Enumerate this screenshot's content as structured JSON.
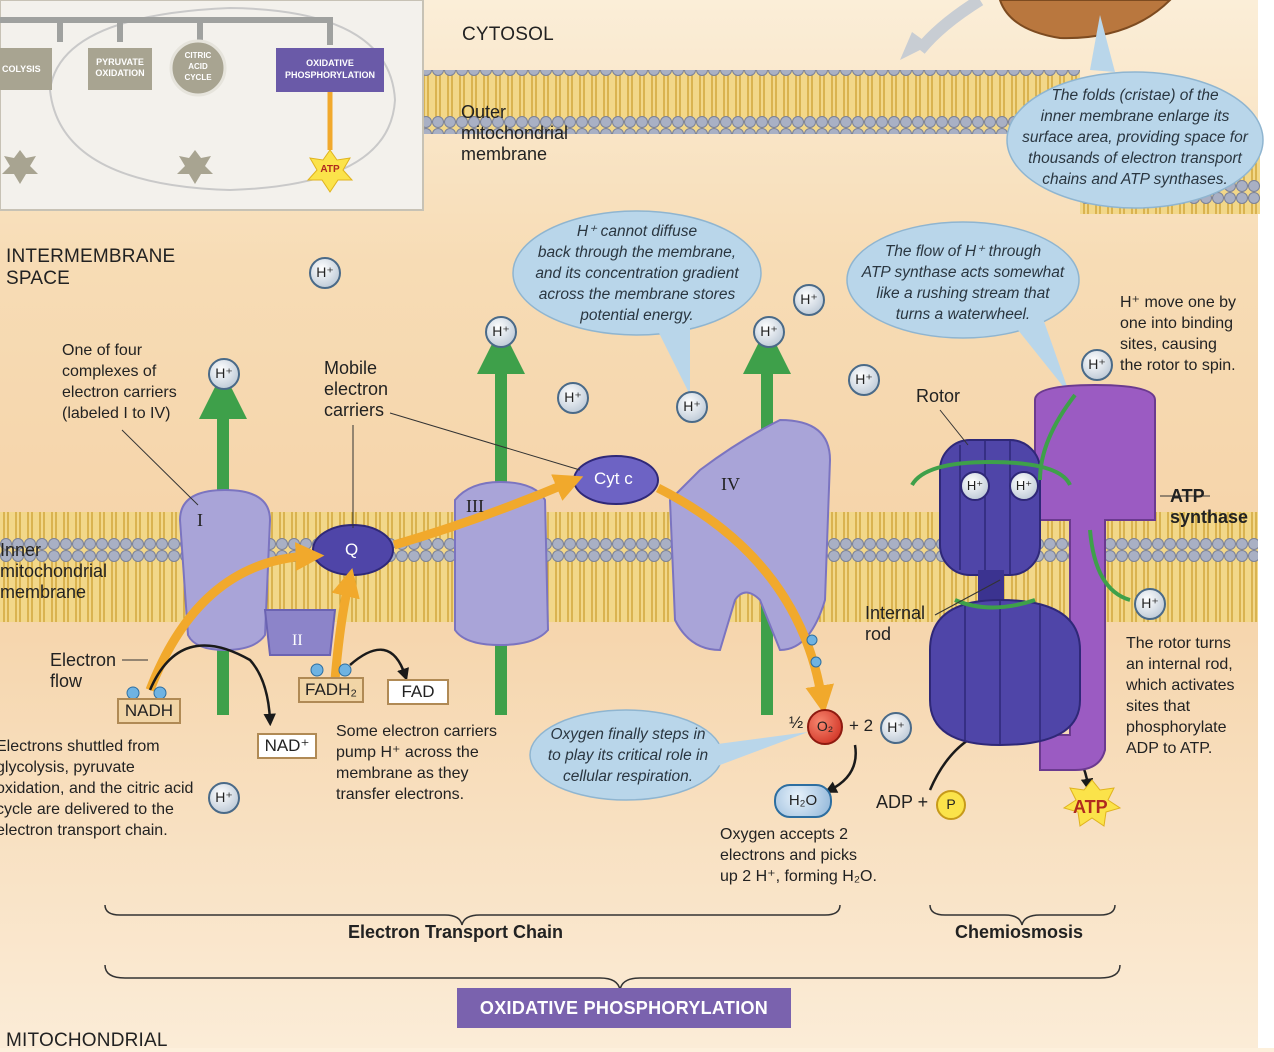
{
  "labels": {
    "cytosol": "CYTOSOL",
    "outer_membrane": [
      "Outer",
      "mitochondrial",
      "membrane"
    ],
    "intermembrane": [
      "INTERMEMBRANE",
      "SPACE"
    ],
    "inner_membrane": [
      "Inner",
      "mitochondrial",
      "membrane"
    ],
    "matrix": "MITOCHONDRIAL",
    "complex_label": [
      "One of  four",
      "complexes of",
      "electron carriers",
      "(labeled I to IV)"
    ],
    "mobile_carriers": [
      "Mobile",
      "electron",
      "carriers"
    ],
    "rotor": "Rotor",
    "internal_rod": [
      "Internal",
      "rod"
    ],
    "atp_synthase": [
      "ATP",
      "synthase"
    ],
    "electron_flow": [
      "Electron",
      "flow"
    ],
    "h_spin": [
      "H⁺ move one by",
      "one into binding",
      "sites, causing",
      "the rotor to spin."
    ],
    "rotor_turns": [
      "The rotor turns",
      "an internal rod,",
      "which activates",
      "sites that",
      "phosphorylate",
      "ADP to ATP."
    ],
    "shuttled": [
      "Electrons shuttled from",
      "glycolysis, pyruvate",
      "oxidation, and the citric acid",
      "cycle are delivered to the",
      "electron transport chain."
    ],
    "pump_text": [
      "Some electron carriers",
      "pump H⁺ across the",
      "membrane as they",
      "transfer electrons."
    ],
    "oxygen_accepts": [
      "Oxygen accepts 2",
      "electrons and picks",
      "up 2 H⁺, forming H₂O."
    ]
  },
  "bubbles": {
    "cristae": [
      "The folds (cristae) of the",
      "inner membrane enlarge its",
      "surface area, providing space for",
      "thousands of electron transport",
      "chains and ATP synthases."
    ],
    "diffuse": [
      "H⁺ cannot diffuse",
      "back through the membrane,",
      "and its concentration gradient",
      "across the membrane stores",
      "potential energy."
    ],
    "flow": [
      "The flow of H⁺ through",
      "ATP synthase acts somewhat",
      "like a rushing stream that",
      "turns a waterwheel."
    ],
    "oxygen": [
      "Oxygen finally steps in",
      "to play its critical role in",
      "cellular respiration."
    ]
  },
  "complexes": {
    "I": "I",
    "II": "II",
    "III": "III",
    "IV": "IV",
    "Q": "Q",
    "cytc": "Cyt c"
  },
  "molecules": {
    "nadh": "NADH",
    "nad": "NAD⁺",
    "fadh2": "FADH₂",
    "fad": "FAD",
    "h": "H⁺",
    "half": "½",
    "o2": "O₂",
    "plus2": "+ 2",
    "h2o": "H₂O",
    "adp_plus": "ADP +",
    "p": "P",
    "atp": "ATP"
  },
  "brackets": {
    "etc": "Electron Transport Chain",
    "chemi": "Chemiosmosis",
    "oxphos": "OXIDATIVE PHOSPHORYLATION"
  },
  "inset": {
    "glycolysis": "COLYSIS",
    "pyruvate": [
      "PYRUVATE",
      "OXIDATION"
    ],
    "citric": [
      "CITRIC",
      "ACID",
      "CYCLE"
    ],
    "oxphos": [
      "OXIDATIVE",
      "PHOSPHORYLATION"
    ],
    "atp": "ATP"
  },
  "colors": {
    "background": "#fdf0dc",
    "membrane_head": "#a9b0c4",
    "membrane_tail": "#e5c45a",
    "complex": "#a9a4d8",
    "protein_dark": "#4f45a8",
    "atp_synthase_stator": "#9b5bc2",
    "proton_arrow": "#3ea04a",
    "electron_arrow": "#f1a92c",
    "bubble": "#b9d6ea",
    "oxphos_banner": "#7a62ae",
    "oxygen": "#d7352a"
  }
}
